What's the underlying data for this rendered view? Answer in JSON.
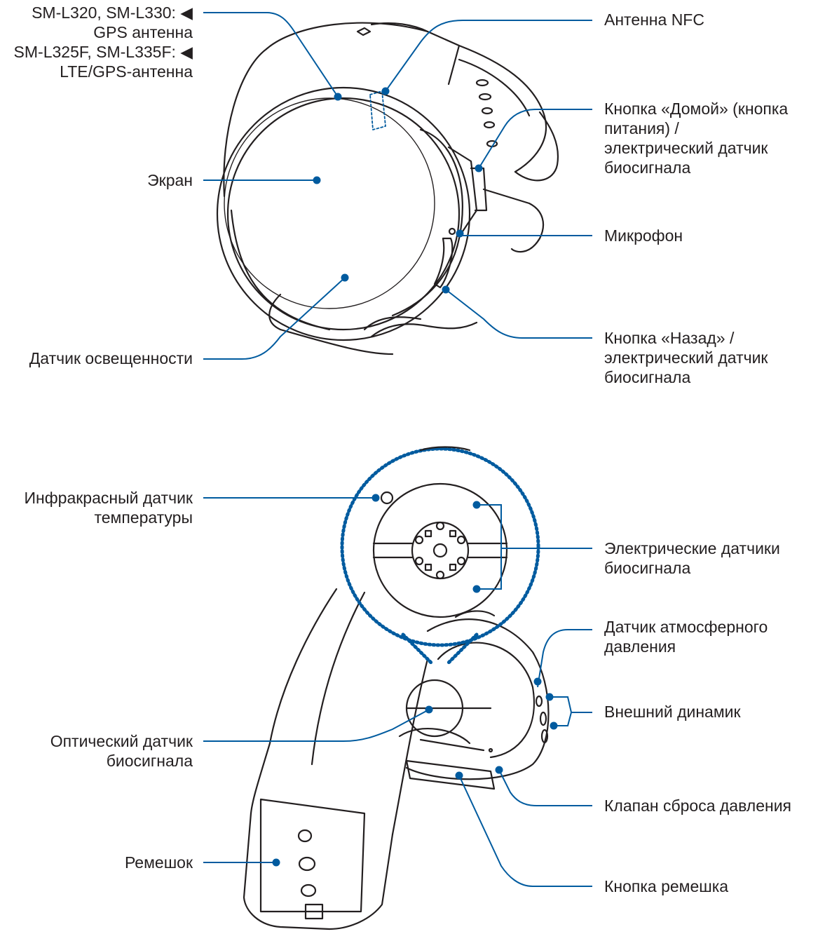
{
  "colors": {
    "leader": "#005b9f",
    "outline": "#231f20",
    "background": "#ffffff",
    "text": "#231f20"
  },
  "top_view": {
    "labels": {
      "gps_antenna": "SM-L320, SM-L330: ◀\nGPS антенна\nSM-L325F, SM-L335F: ◀\nLTE/GPS-антенна",
      "nfc_antenna": "Антенна NFC",
      "screen": "Экран",
      "home_key": "Кнопка «Домой» (кнопка\nпитания) /\nэлектрический датчик\nбиосигнала",
      "microphone": "Микрофон",
      "light_sensor": "Датчик освещенности",
      "back_key": "Кнопка «Назад» /\nэлектрический датчик\nбиосигнала"
    }
  },
  "bottom_view": {
    "labels": {
      "ir_temp_sensor": "Инфракрасный датчик\nтемпературы",
      "electrical_sensors": "Электрические датчики\nбиосигнала",
      "pressure_sensor": "Датчик атмосферного\nдавления",
      "speaker": "Внешний динамик",
      "optical_sensor": "Оптический датчик\nбиосигнала",
      "pressure_vent": "Клапан сброса давления",
      "strap": "Ремешок",
      "strap_button": "Кнопка ремешка"
    }
  }
}
